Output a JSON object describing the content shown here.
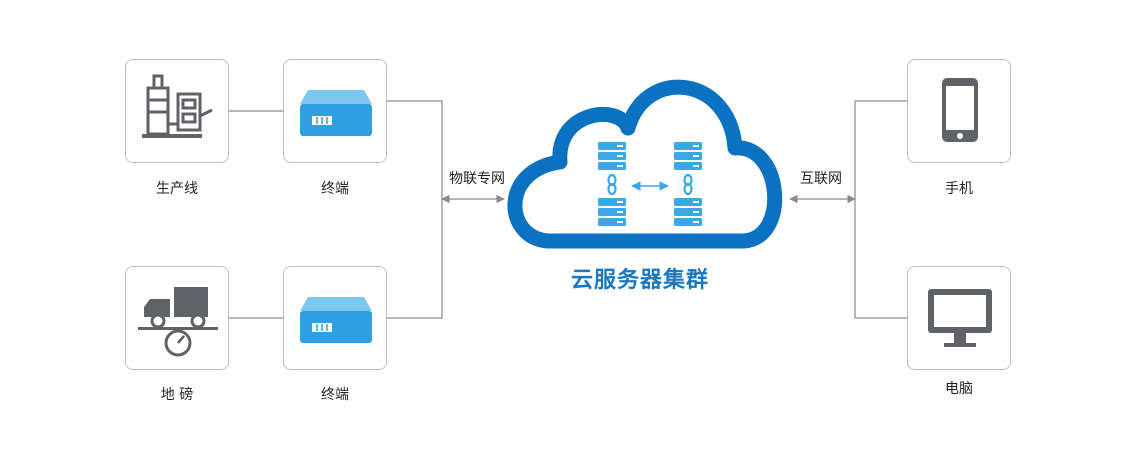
{
  "nodes": {
    "production_line": {
      "label": "生产线"
    },
    "terminal_top": {
      "label": "终端"
    },
    "weighbridge": {
      "label": "地 磅"
    },
    "terminal_bottom": {
      "label": "终端"
    },
    "phone": {
      "label": "手机"
    },
    "computer": {
      "label": "电脑"
    }
  },
  "links": {
    "iot_network": {
      "label": "物联专网"
    },
    "internet": {
      "label": "互联网"
    }
  },
  "cloud": {
    "title": "云服务器集群"
  },
  "colors": {
    "cloud_blue": "#0a72c0",
    "server_blue": "#3aa8e6",
    "icon_gray": "#5f6368",
    "line_gray": "#8a8a8a",
    "box_border": "#bdbdbd"
  }
}
